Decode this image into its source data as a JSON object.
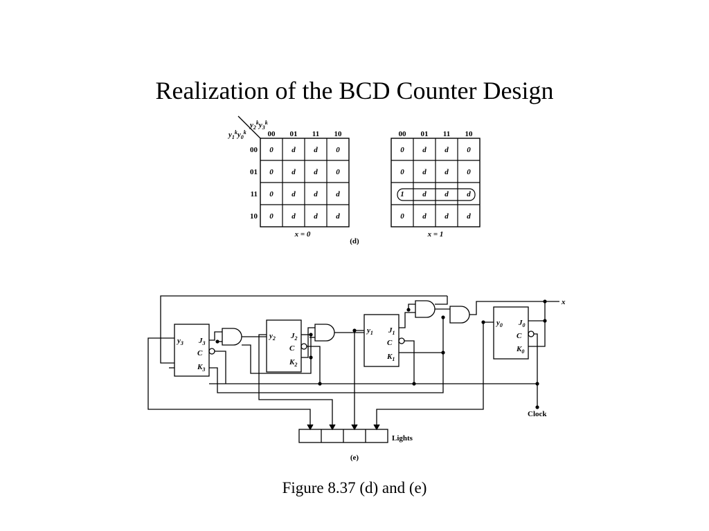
{
  "title": "Realization of the BCD Counter Design",
  "caption": "Figure 8.37 (d) and (e)",
  "kmap": {
    "col_var": "y2ky3k",
    "row_var": "y1ky0k",
    "col_headers": [
      "00",
      "01",
      "11",
      "10"
    ],
    "row_headers": [
      "00",
      "01",
      "11",
      "10"
    ],
    "maps": [
      {
        "label": "x = 0",
        "cells": [
          [
            "0",
            "d",
            "d",
            "0"
          ],
          [
            "0",
            "d",
            "d",
            "0"
          ],
          [
            "0",
            "d",
            "d",
            "d"
          ],
          [
            "0",
            "d",
            "d",
            "d"
          ]
        ]
      },
      {
        "label": "x = 1",
        "cells": [
          [
            "0",
            "d",
            "d",
            "0"
          ],
          [
            "0",
            "d",
            "d",
            "0"
          ],
          [
            "1",
            "d",
            "d",
            "d"
          ],
          [
            "0",
            "d",
            "d",
            "d"
          ]
        ]
      }
    ],
    "tag": "(d)"
  },
  "circuit": {
    "flipflops": [
      {
        "out": "y",
        "out_sub": "3",
        "j": "J",
        "j_sub": "3",
        "c": "C",
        "k": "K",
        "k_sub": "3"
      },
      {
        "out": "y",
        "out_sub": "2",
        "j": "J",
        "j_sub": "2",
        "c": "C",
        "k": "K",
        "k_sub": "2"
      },
      {
        "out": "y",
        "out_sub": "1",
        "j": "J",
        "j_sub": "1",
        "c": "C",
        "k": "K",
        "k_sub": "1"
      },
      {
        "out": "y",
        "out_sub": "0",
        "j": "J",
        "j_sub": "0",
        "c": "C",
        "k": "K",
        "k_sub": "0"
      }
    ],
    "input_label": "x",
    "clock_label": "Clock",
    "lights_label": "Lights",
    "tag": "(e)"
  }
}
